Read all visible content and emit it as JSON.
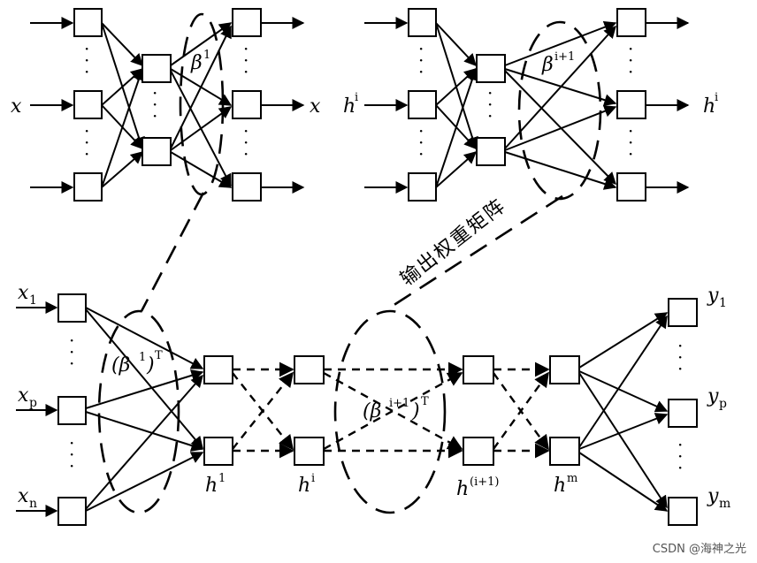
{
  "diagram": {
    "top_left": {
      "input_label": "x",
      "output_label": "x",
      "weight_label": "β",
      "weight_sup": "1"
    },
    "top_right": {
      "input_label": "h",
      "input_sup": "i",
      "output_label": "h",
      "output_sup": "i",
      "weight_label": "β",
      "weight_sup": "i+1"
    },
    "annotation": "输出权重矩阵",
    "bottom": {
      "inputs": [
        {
          "label": "x",
          "sub": "1"
        },
        {
          "label": "x",
          "sub": "p"
        },
        {
          "label": "x",
          "sub": "n"
        }
      ],
      "outputs": [
        {
          "label": "y",
          "sub": "1"
        },
        {
          "label": "y",
          "sub": "p"
        },
        {
          "label": "y",
          "sub": "m"
        }
      ],
      "hidden_labels": [
        {
          "label": "h",
          "sup": "1"
        },
        {
          "label": "h",
          "sup": "i"
        },
        {
          "label": "h",
          "sup": "(i+1)"
        },
        {
          "label": "h",
          "sup": "m"
        }
      ],
      "weight1": {
        "open": "(β",
        "sup1": "1",
        "close": ")",
        "supT": "T"
      },
      "weight2": {
        "open": "(β",
        "sup1": "i+1",
        "close": ")",
        "supT": "T"
      }
    }
  },
  "watermark": "CSDN @海神之光"
}
